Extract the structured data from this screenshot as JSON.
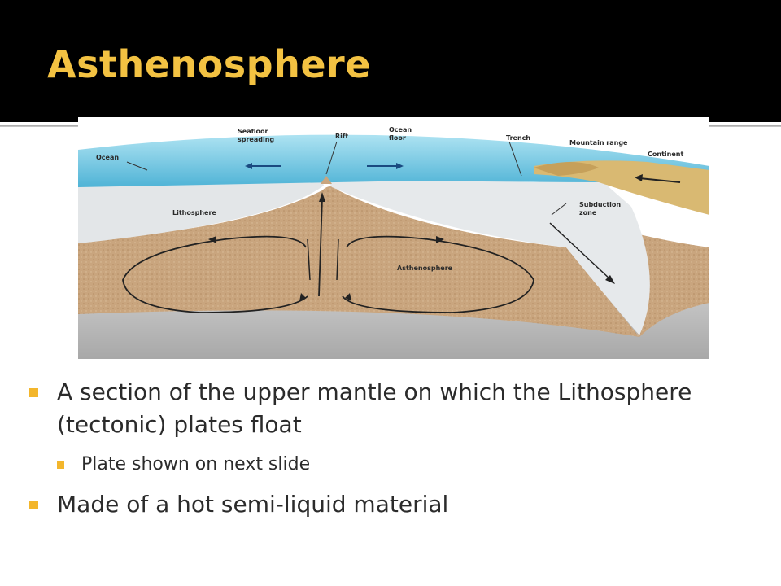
{
  "slide": {
    "title": "Asthenosphere"
  },
  "diagram": {
    "labels": {
      "ocean": "Ocean",
      "seafloor_1": "Seafloor",
      "seafloor_2": "spreading",
      "rift": "Rift",
      "ocean_floor_1": "Ocean",
      "ocean_floor_2": "floor",
      "trench": "Trench",
      "mountain_range": "Mountain range",
      "continent": "Continent",
      "lithosphere": "Lithosphere",
      "subduction_1": "Subduction",
      "subduction_2": "zone",
      "asthenosphere": "Asthenosphere"
    },
    "colors": {
      "ocean": "#6fc6e0",
      "lithosphere": "#dfe3e6",
      "asthenosphere": "#c8a27a",
      "continent": "#d8b871",
      "deep_mantle": "#b9b9b9"
    }
  },
  "bullets": [
    {
      "level": 1,
      "text": "A section of the upper mantle on which the Lithosphere (tectonic) plates float"
    },
    {
      "level": 2,
      "text": "Plate shown on next slide"
    },
    {
      "level": 1,
      "text": "Made of a hot semi-liquid material"
    }
  ],
  "theme": {
    "title_color": "#f3c242",
    "bullet_color": "#f3b62c"
  }
}
